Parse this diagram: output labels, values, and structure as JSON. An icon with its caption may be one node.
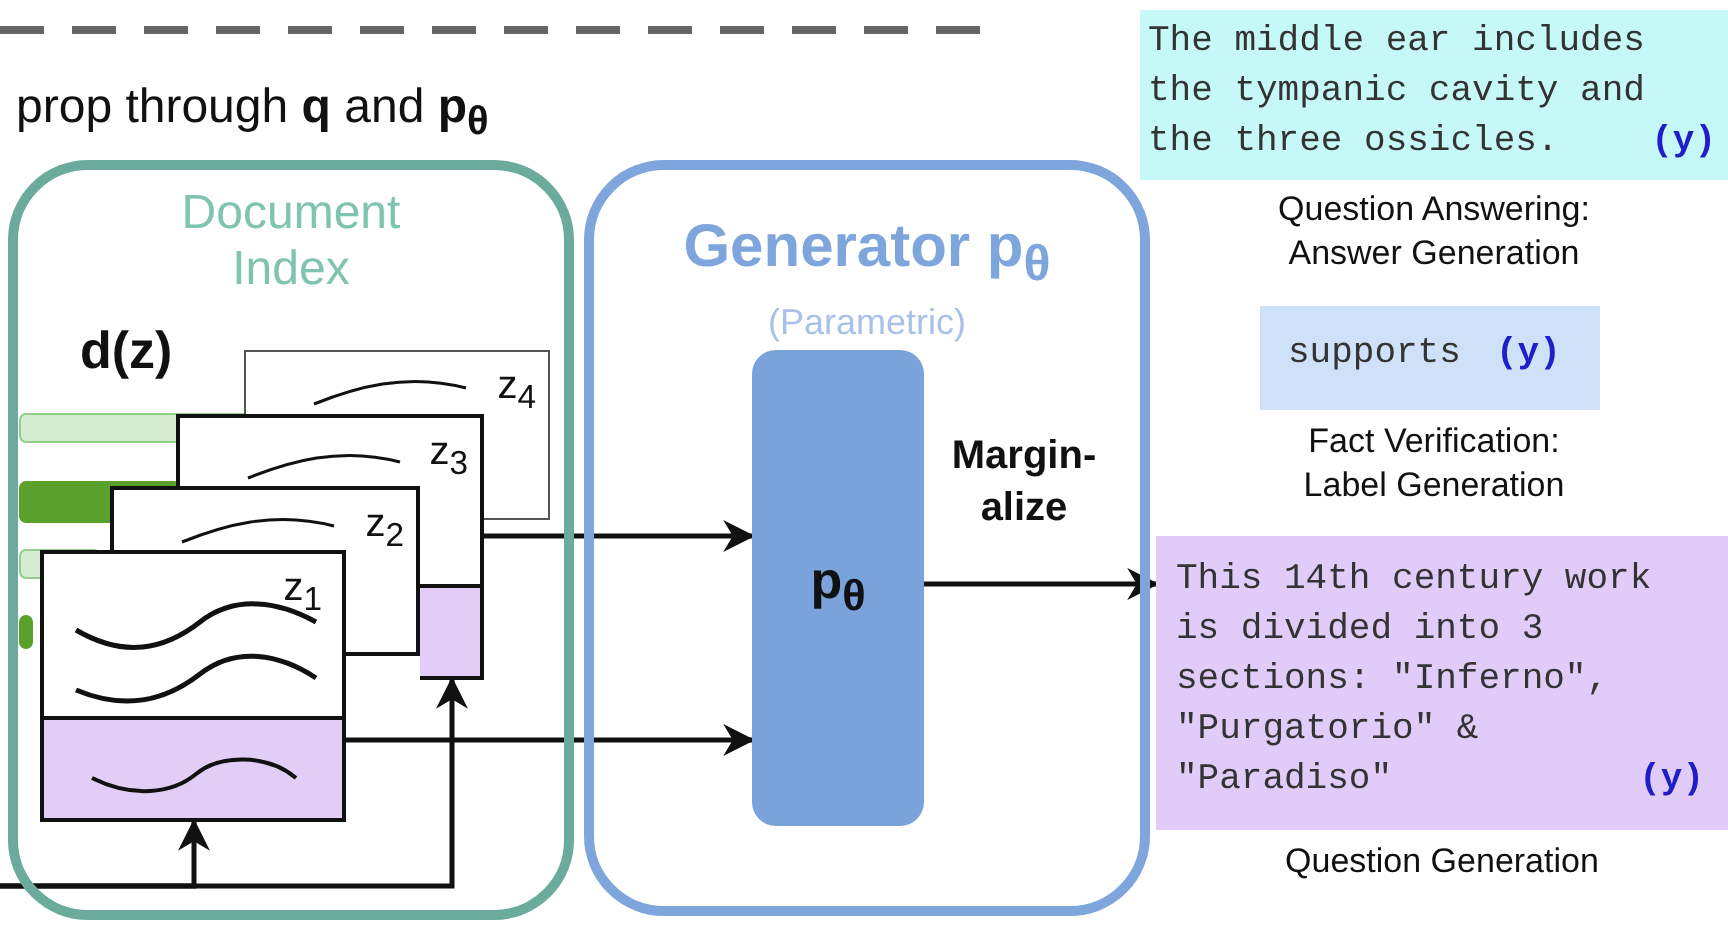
{
  "diagram": {
    "nodes": [
      {
        "text": [
          "Document Index"
        ]
      },
      {
        "text": [
          "z$_{4}$"
        ],
        "in": 0
      },
      {
        "text": [
          "z$_{3}$"
        ],
        "in": 0
      },
      {
        "text": [
          "z$_{2}$"
        ],
        "in": 0
      },
      {
        "text": [
          "z$_{1}$"
        ],
        "in": 0
      },
      {
        "text": [
          "Generator p$_{θ}$",
          "(Parametric)"
        ]
      },
      {
        "text": [
          "p$_{θ}$"
        ],
        "in": 5
      },
      {
        "text": [
          "The middle ear includes the tympanic cavity and the three ossicles.",
          "(y)"
        ],
        "beside": [
          "Question Answering: Answer Generation"
        ]
      },
      {
        "text": [
          "supports",
          "(y)"
        ],
        "beside": [
          "Fact Verification: Label Generation"
        ]
      },
      {
        "text": [
          "This 14th century work is divided into 3 sections: \"Inferno\", \"Purgatorio\" & \"Paradiso\"",
          "(y)"
        ],
        "beside": [
          "Question Generation"
        ]
      }
    ],
    "edges": [
      {
        "from": 2,
        "to": 6,
        "arrow": "to"
      },
      {
        "from": 4,
        "to": 6,
        "arrow": "to"
      },
      {
        "from": 6,
        "to": 9,
        "arrow": "to",
        "label": "Margin- alize"
      },
      {
        "from": null,
        "to": 4,
        "arrow": "to"
      },
      {
        "from": null,
        "to": 2,
        "arrow": "to"
      }
    ],
    "labels": [
      "prop through **q** and **p$_{θ}$**",
      "d(z)"
    ]
  }
}
